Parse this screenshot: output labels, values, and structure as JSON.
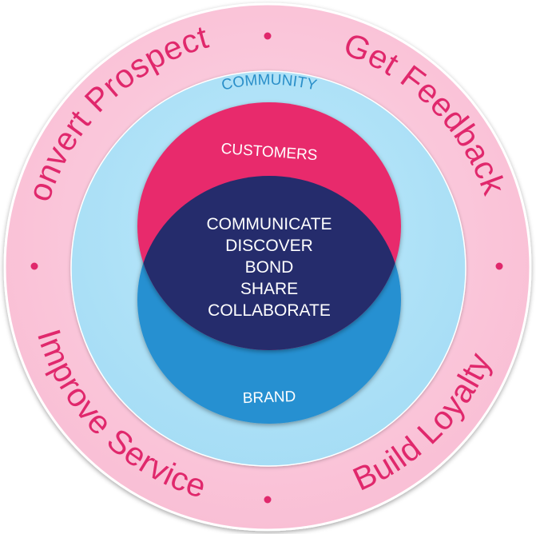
{
  "outer_ring": {
    "top_left": "Convert Prospects",
    "top_right": "Get Feedback",
    "bottom_left": "Improve Service",
    "bottom_right": "Build Loyalty"
  },
  "community": {
    "label": "COMMUNITY"
  },
  "customers": {
    "label": "CUSTOMERS"
  },
  "brand": {
    "label": "BRAND"
  },
  "center": {
    "lines": [
      "COMMUNICATE",
      "DISCOVER",
      "BOND",
      "SHARE",
      "COLLABORATE"
    ]
  },
  "colors": {
    "outer_ring": "#fcc8dc",
    "community": "#aee1f7",
    "customers": "#e8296c",
    "brand": "#2790d1",
    "overlap": "#252c6c",
    "accent_text": "#e0286c",
    "community_text": "#2a8fc9"
  }
}
